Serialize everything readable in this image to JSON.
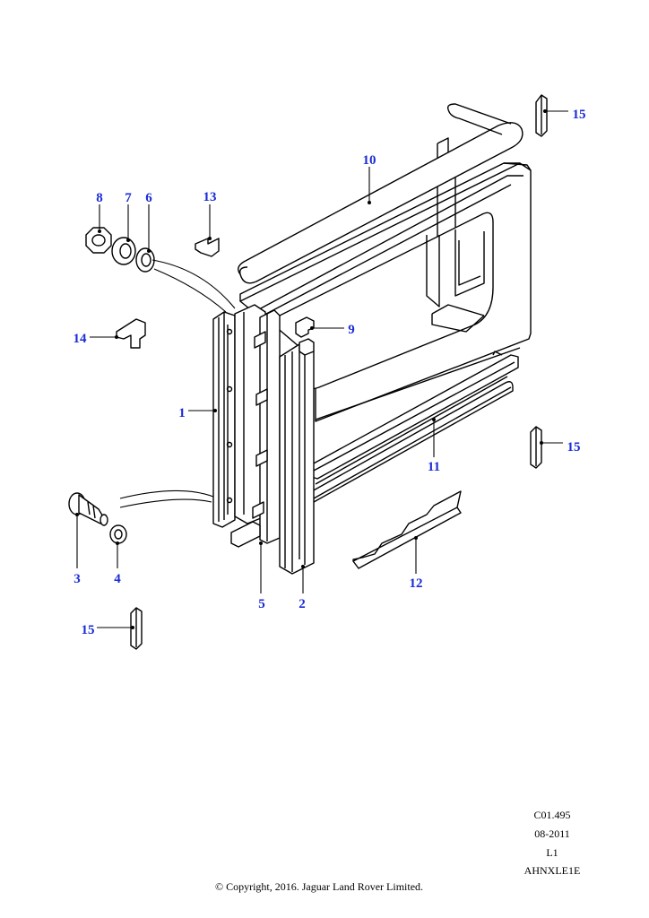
{
  "callouts": {
    "c1": "1",
    "c2": "2",
    "c3": "3",
    "c4": "4",
    "c5": "5",
    "c6": "6",
    "c7": "7",
    "c8": "8",
    "c9": "9",
    "c10": "10",
    "c11": "11",
    "c12": "12",
    "c13": "13",
    "c14": "14",
    "c15a": "15",
    "c15b": "15",
    "c15c": "15"
  },
  "info_block": {
    "ref": "C01.495",
    "date": "08-2011",
    "level": "L1",
    "code": "AHNXLE1E"
  },
  "copyright": "© Copyright, 2016. Jaguar Land Rover Limited.",
  "colors": {
    "callout": "#1a2bd6",
    "line": "#000000",
    "background": "#ffffff"
  }
}
